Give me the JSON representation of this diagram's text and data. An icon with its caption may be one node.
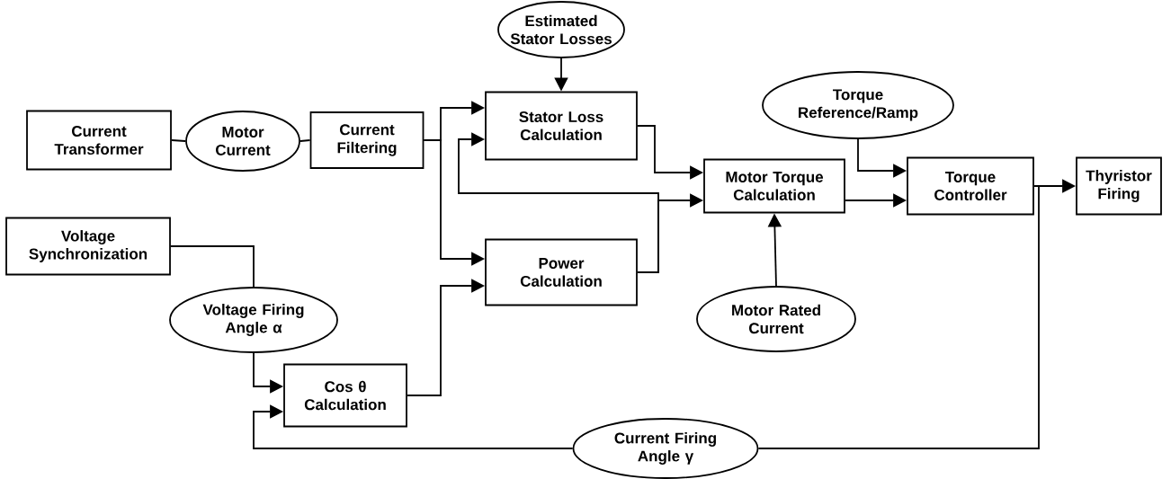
{
  "diagram": {
    "nodes": [
      {
        "text": [
          "Current Transformer"
        ]
      },
      {
        "text": [
          "Motor Current"
        ]
      },
      {
        "text": [
          "Current Filtering"
        ]
      },
      {
        "text": [
          "Estimated Stator Losses"
        ]
      },
      {
        "text": [
          "Stator Loss Calculation"
        ]
      },
      {
        "text": [
          "Torque Reference/Ramp"
        ]
      },
      {
        "text": [
          "Motor Torque Calculation"
        ]
      },
      {
        "text": [
          "Torque Controller"
        ]
      },
      {
        "text": [
          "Thyristor Firing"
        ]
      },
      {
        "text": [
          "Voltage Synchronization"
        ]
      },
      {
        "text": [
          "Power Calculation"
        ]
      },
      {
        "text": [
          "Voltage Firing Angle α"
        ]
      },
      {
        "text": [
          "Motor Rated Current"
        ]
      },
      {
        "text": [
          "Cos θ Calculation"
        ]
      },
      {
        "text": [
          "Current Firing Angle γ"
        ]
      }
    ],
    "edges": [
      {
        "from": 0,
        "to": 1,
        "arrow": "none"
      },
      {
        "from": 1,
        "to": 2,
        "arrow": "none"
      },
      {
        "from": 2,
        "to": 4,
        "arrow": "to"
      },
      {
        "from": 2,
        "to": 10,
        "arrow": "to"
      },
      {
        "from": 3,
        "to": 4,
        "arrow": "to"
      },
      {
        "from": 4,
        "to": 6,
        "arrow": "to"
      },
      {
        "from": 10,
        "to": 6,
        "arrow": "to"
      },
      {
        "from": 10,
        "to": 4,
        "arrow": "to"
      },
      {
        "from": 12,
        "to": 6,
        "arrow": "to"
      },
      {
        "from": 5,
        "to": 7,
        "arrow": "to"
      },
      {
        "from": 6,
        "to": 7,
        "arrow": "to"
      },
      {
        "from": 7,
        "to": 8,
        "arrow": "to"
      },
      {
        "from": 7,
        "to": 14,
        "arrow": "none"
      },
      {
        "from": 14,
        "to": 13,
        "arrow": "to"
      },
      {
        "from": 9,
        "to": 11,
        "arrow": "none"
      },
      {
        "from": 11,
        "to": 13,
        "arrow": "to"
      },
      {
        "from": 13,
        "to": 10,
        "arrow": "to"
      }
    ]
  }
}
